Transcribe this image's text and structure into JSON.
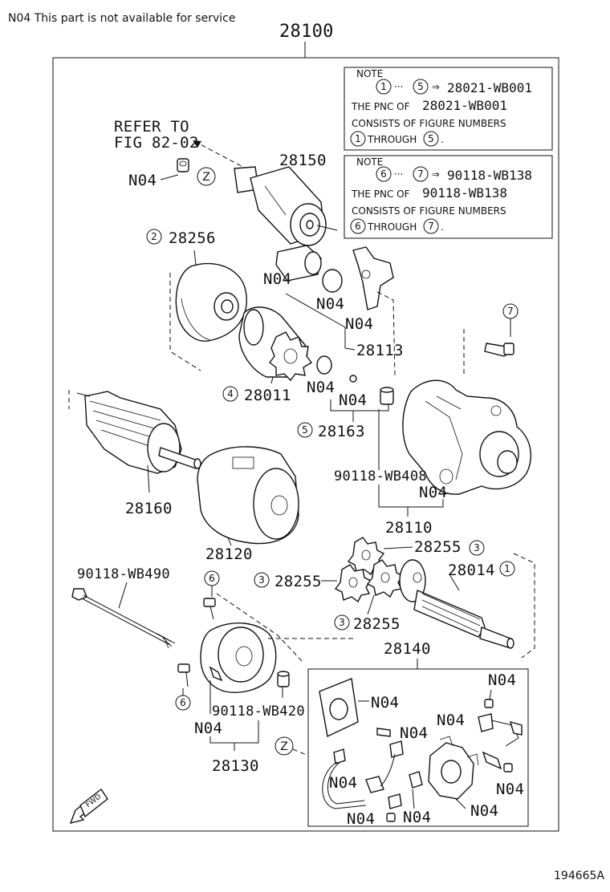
{
  "header_note": "N04 This part is not available for service",
  "assembly_number": "28100",
  "illustration_id": "194665A",
  "refer_to": [
    "REFER TO",
    "FIG 82-02"
  ],
  "fwd_arrow_label": "FWD",
  "view_marker": "Z",
  "notes": [
    {
      "title": "NOTE",
      "range_from": "1",
      "range_to": "5",
      "range_sep": "···",
      "arrow": "⇒",
      "pnc": "28021-WB001",
      "line1_prefix": "THE PNC OF",
      "line2": "CONSISTS OF FIGURE NUMBERS",
      "through": "THROUGH"
    },
    {
      "title": "NOTE",
      "range_from": "6",
      "range_to": "7",
      "range_sep": "···",
      "arrow": "⇒",
      "pnc": "90118-WB138",
      "line1_prefix": "THE PNC OF",
      "line2": "CONSISTS OF FIGURE NUMBERS",
      "through": "THROUGH"
    }
  ],
  "labels": {
    "n04": "N04",
    "p28150": "28150",
    "p28256": "28256",
    "p28113": "28113",
    "p28011": "28011",
    "p28163": "28163",
    "p28160": "28160",
    "p28120": "28120",
    "p90118_wb408": "90118-WB408",
    "p28110": "28110",
    "p28255": "28255",
    "p28014": "28014",
    "p90118_wb490": "90118-WB490",
    "p90118_wb420": "90118-WB420",
    "p28130": "28130",
    "p28140": "28140"
  },
  "circled_numbers": {
    "one": "1",
    "two": "2",
    "three": "3",
    "four": "4",
    "five": "5",
    "six": "6",
    "seven": "7"
  }
}
